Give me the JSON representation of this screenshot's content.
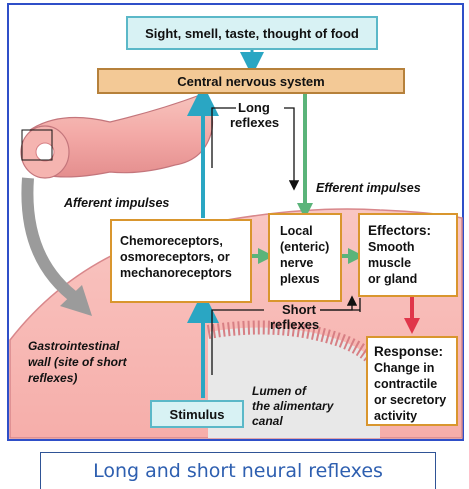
{
  "diagram": {
    "sensory_input": "Sight, smell, taste, thought of food",
    "cns": "Central nervous system",
    "long_reflexes": [
      "Long",
      "reflexes"
    ],
    "short_reflexes": [
      "Short",
      "reflexes"
    ],
    "afferent": "Afferent impulses",
    "efferent": "Efferent impulses",
    "receptors": [
      "Chemoreceptors,",
      "osmoreceptors, or",
      "mechanoreceptors"
    ],
    "plexus": [
      "Local",
      "(enteric)",
      "nerve",
      "plexus"
    ],
    "effectors_title": "Effectors:",
    "effectors": [
      "Smooth",
      "muscle",
      "or gland"
    ],
    "response_title": "Response:",
    "response": [
      "Change in",
      "contractile",
      "or secretory",
      "activity"
    ],
    "stimulus": "Stimulus",
    "gi_wall": [
      "Gastrointestinal",
      "wall (site of short",
      "reflexes)"
    ],
    "lumen": [
      "Lumen of",
      "the alimentary",
      "canal"
    ],
    "colors": {
      "cyan_arrow": "#2aa6c3",
      "green_arrow": "#5bb47a",
      "red_arrow": "#e0364a",
      "wall_fill": "#f7b8b4",
      "frame": "#2f4fc8"
    }
  },
  "caption": "Long and short neural reflexes"
}
